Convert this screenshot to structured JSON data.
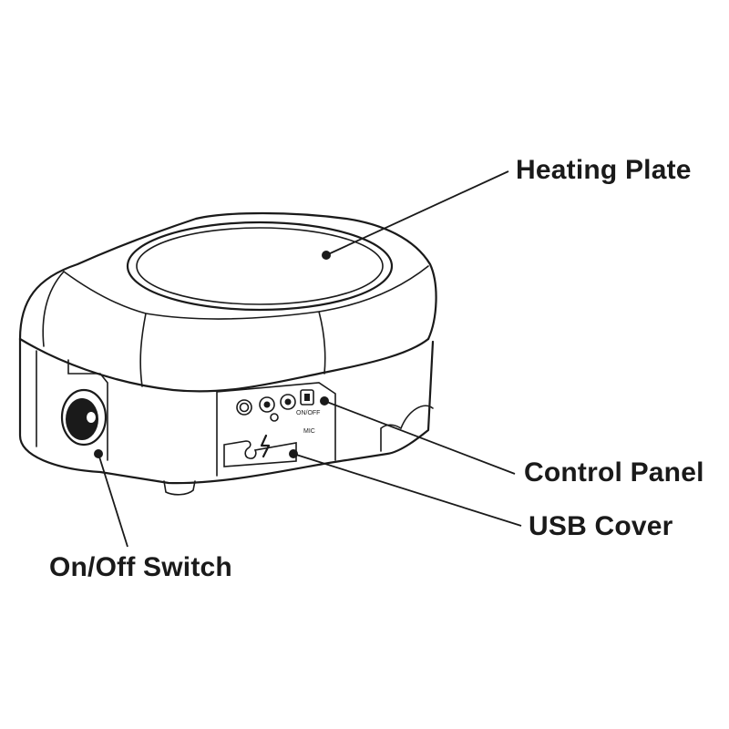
{
  "callouts": {
    "heating_plate": "Heating Plate",
    "control_panel": "Control Panel",
    "usb_cover": "USB Cover",
    "on_off_switch": "On/Off Switch"
  },
  "panel_text": {
    "mode_label": "ON/OFF",
    "indicator": "MIC"
  },
  "colors": {
    "line": "#1a1a1a",
    "background": "#ffffff"
  }
}
